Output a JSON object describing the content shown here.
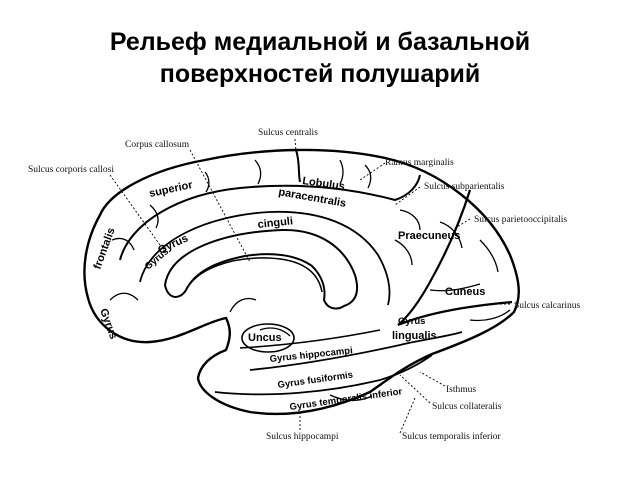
{
  "title": {
    "line1": "Рельеф медиальной и базальной",
    "line2": "поверхностей полушарий"
  },
  "labels": {
    "sulcus_centralis": "Sulcus centralis",
    "corpus_callosum": "Corpus callosum",
    "sulcus_corporis_callosi": "Sulcus corporis callosi",
    "ramus_marginalis": "Ramus marginalis",
    "sulcus_subparientalis": "Sulcus subparientalis",
    "sulcus_parietooccipitalis": "Sulcus parietooccipitalis",
    "sulcus_calcarinus": "Sulcus calcarinus",
    "isthmus": "Isthmus",
    "sulcus_collateralis": "Sulcus collateralis",
    "sulcus_temporalis_inferior": "Sulcus temporalis inferior",
    "sulcus_hippocampi": "Sulcus hippocampi"
  },
  "gyri": {
    "lobulus": "Lobulus",
    "paracentralis": "paracentralis",
    "superior": "superior",
    "cinguli": "cinguli",
    "frontalis": "frontalis",
    "gyrus_front": "Gyrus",
    "gyrus_cing": "Gyrus",
    "gyrus_cing2": "Gyrus",
    "praecuneus": "Praecuneus",
    "cuneus": "Cuneus",
    "gyrus_ling": "Gyrus",
    "lingualis": "lingualis",
    "uncus": "Uncus",
    "gyrus_hippocampi": "Gyrus hippocampi",
    "gyrus_fusiformis": "Gyrus fusiformis",
    "gyrus_temporalis_inferior": "Gyrus temporalis inferior"
  }
}
